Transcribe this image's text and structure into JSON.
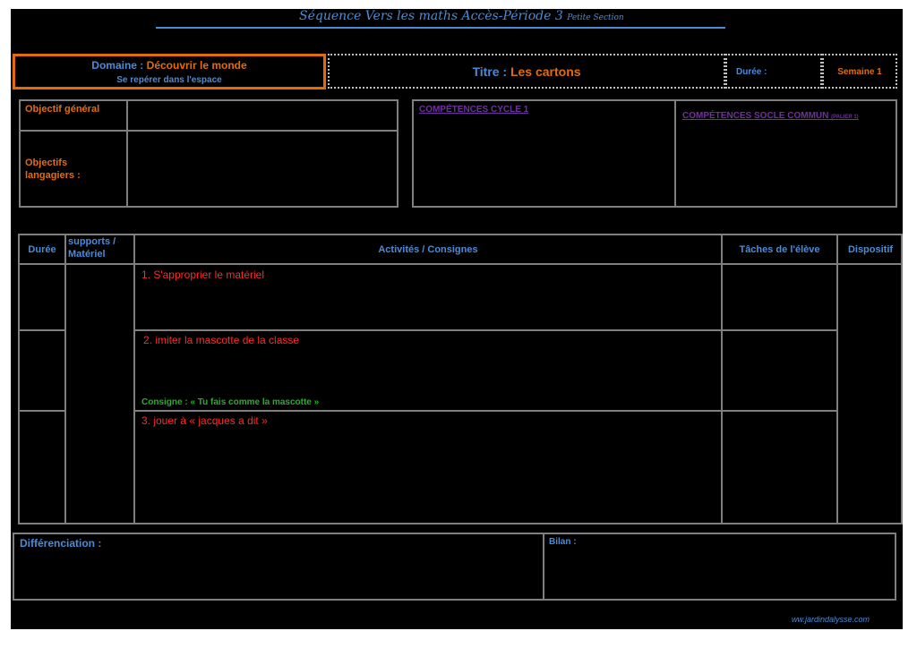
{
  "header": {
    "title": "Séquence  Vers les maths Accès-Période 3",
    "subtitle": "Petite Section"
  },
  "info_bar": {
    "domaine_label": "Domaine :",
    "domaine_value": "Découvrir le monde",
    "domaine_sub": "Se repérer dans l'espace",
    "titre_label": "Titre :",
    "titre_value": "Les cartons",
    "duree_label": "Durée :",
    "duree_value": "",
    "semaine": "Semaine 1"
  },
  "objectives": {
    "general_label": "Objectif général",
    "general_value": "",
    "langagiers_label": "Objectifs langagiers :",
    "langagiers_value": ""
  },
  "competences": {
    "cycle_label": "COMPÉTENCES CYCLE 1",
    "socle_label": "COMPÉTENCES SOCLE COMMUN",
    "socle_suffix": "(PALIER 1)"
  },
  "table": {
    "headers": {
      "duree": "Durée",
      "supports": "supports / Matériel",
      "activites": "Activités / Consignes",
      "taches": "Tâches de l'élève",
      "dispositif": "Dispositif"
    },
    "rows": [
      {
        "activity": "1. S'approprier le matériel",
        "consigne": ""
      },
      {
        "activity": "2. imiter la mascotte de la classe",
        "consigne": "Consigne : « Tu fais comme la mascotte »"
      },
      {
        "activity": "3.  jouer à « jacques a dit »",
        "consigne": ""
      }
    ]
  },
  "footer": {
    "differenciation_label": "Différenciation :",
    "bilan_label": "Bilan :",
    "website": "ww.jardindalysse.com"
  },
  "colors": {
    "background": "#000000",
    "border": "#7f7f7f",
    "blue": "#4a8bd8",
    "orange": "#e36c0a",
    "purple": "#7030a0",
    "red": "#ff2a2a",
    "green": "#2eaa2e"
  }
}
